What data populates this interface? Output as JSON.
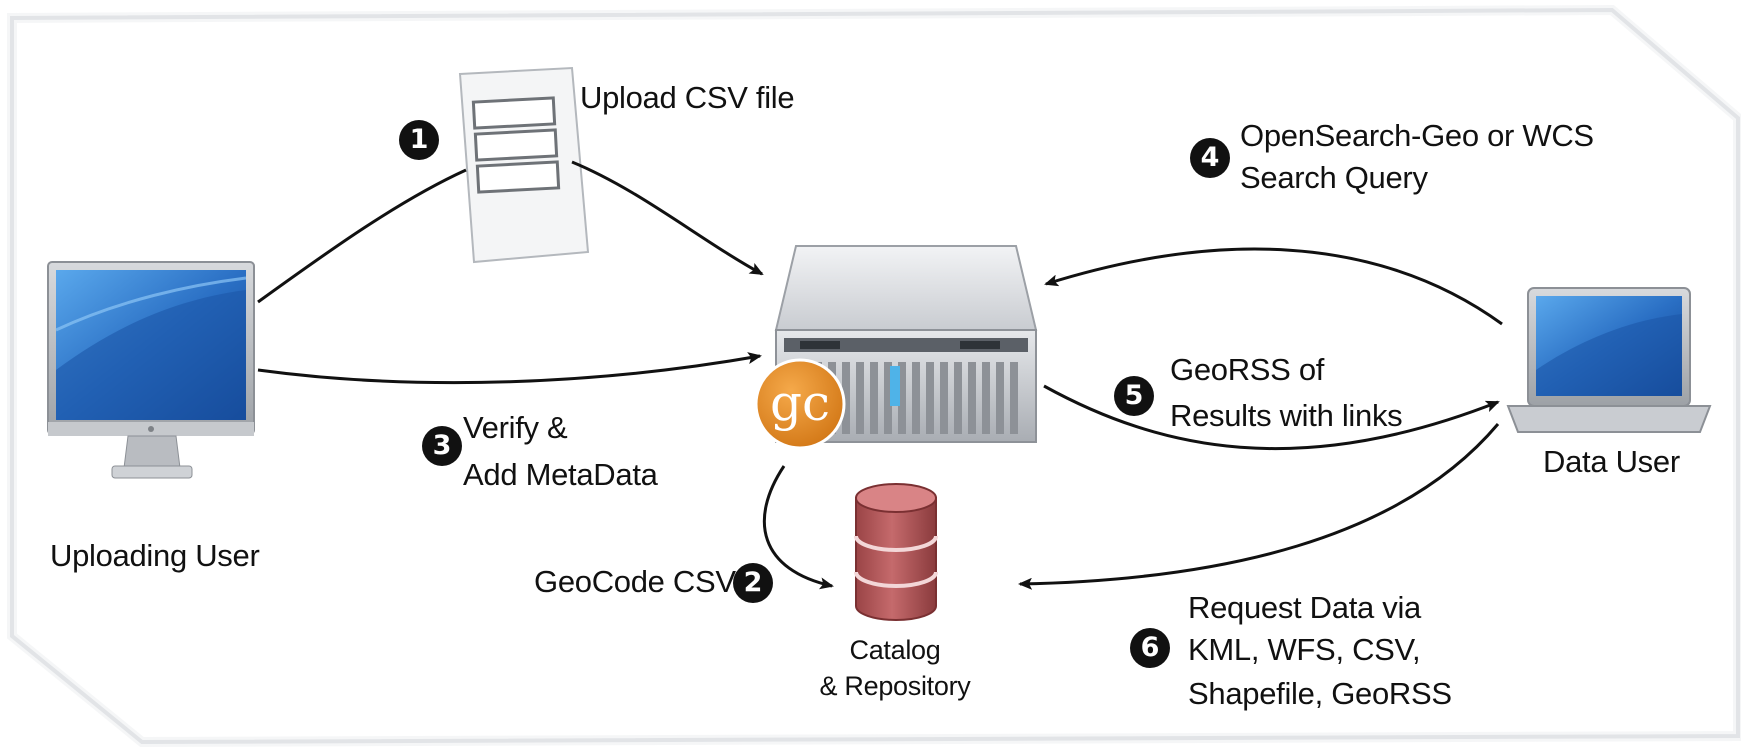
{
  "nodes": {
    "uploading_user": {
      "label": "Uploading User"
    },
    "data_user": {
      "label": "Data User"
    },
    "server": {
      "logo_text": "gc"
    },
    "catalog": {
      "label_line1": "Catalog",
      "label_line2": "& Repository"
    }
  },
  "steps": [
    {
      "number": "1",
      "text": [
        "Upload CSV file"
      ]
    },
    {
      "number": "2",
      "text": [
        "GeoCode CSV"
      ]
    },
    {
      "number": "3",
      "text": [
        "Verify &",
        "Add MetaData"
      ]
    },
    {
      "number": "4",
      "text": [
        "OpenSearch-Geo or WCS",
        "Search Query"
      ]
    },
    {
      "number": "5",
      "text": [
        "GeoRSS of",
        "Results with links"
      ]
    },
    {
      "number": "6",
      "text": [
        "Request Data via",
        "KML, WFS, CSV,",
        "Shapefile, GeoRSS"
      ]
    }
  ],
  "colors": {
    "screen_blue": "#2f7fd0",
    "database_red": "#b85a5c",
    "logo_orange": "#e08a25",
    "arrow": "#111111"
  }
}
